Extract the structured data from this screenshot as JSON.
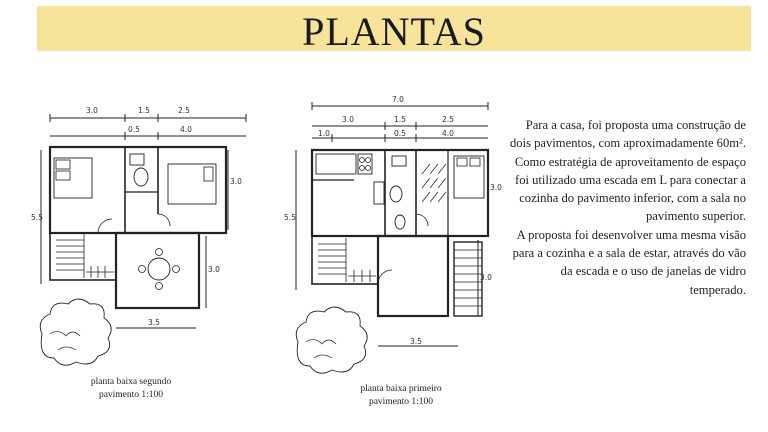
{
  "header": {
    "title": "PLANTAS"
  },
  "plans": [
    {
      "caption_line1": "planta baixa segundo",
      "caption_line2": "pavimento 1:100",
      "dims": {
        "top": [
          "3.0",
          "1.5",
          "2.5"
        ],
        "mid": [
          "0.5",
          "4.0"
        ],
        "left": "5.5",
        "right_upper": "3.0",
        "right_lower": "3.0",
        "bottom": "3.5"
      }
    },
    {
      "caption_line1": "planta baixa primeiro",
      "caption_line2": "pavimento 1:100",
      "dims": {
        "overall": "7.0",
        "top": [
          "3.0",
          "1.5",
          "2.5"
        ],
        "mid": [
          "1.0",
          "0.5",
          "4.0"
        ],
        "left": "5.5",
        "right_upper": "3.0",
        "right_lower": "3.0",
        "bottom": "3.5"
      }
    }
  ],
  "description": {
    "para1": "Para a casa, foi proposta uma construção de dois pavimentos, com aproximadamente 60m². Como estratégia de aproveitamento de espaço foi utilizado uma escada em L para conectar a cozinha do pavimento inferior, com a sala no pavimento superior.",
    "para2": "A proposta foi desenvolver uma mesma visão para a cozinha e a sala de estar, através do vão da escada e o uso de janelas de vidro temperado."
  }
}
